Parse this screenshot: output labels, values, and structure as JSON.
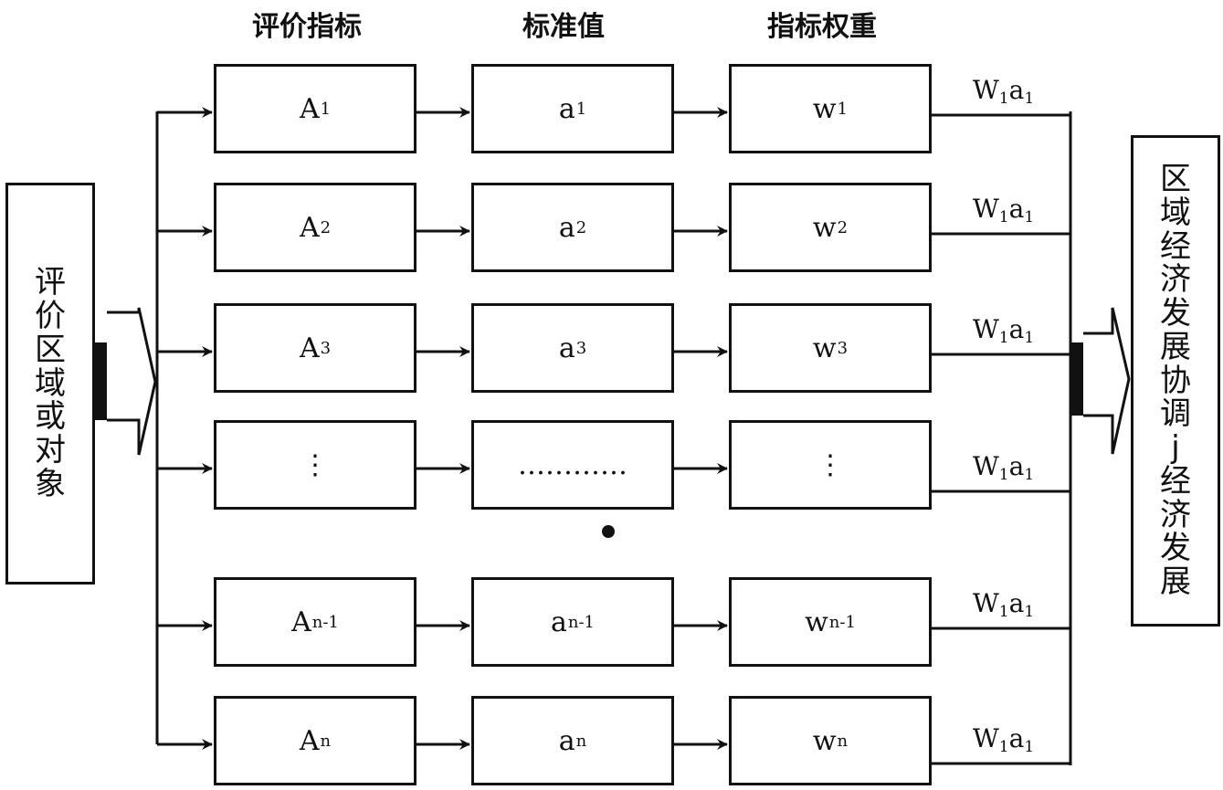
{
  "headers": {
    "indicator": "评价指标",
    "standard": "标准值",
    "weight": "指标权重"
  },
  "input_label": [
    "评",
    "价",
    "区",
    "域",
    "或",
    "对",
    "象"
  ],
  "output_label": [
    "区",
    "域",
    "经",
    "济",
    "发",
    "展",
    "协",
    "调",
    "j",
    "经",
    "济",
    "发",
    "展"
  ],
  "rows": [
    {
      "A": "A",
      "A_sub": "1",
      "a": "a",
      "a_sub": "1",
      "w": "w",
      "w_sub": "1",
      "out": "W",
      "out_sub1": "1",
      "out2": "a",
      "out_sub2": "1"
    },
    {
      "A": "A",
      "A_sub": "2",
      "a": "a",
      "a_sub": "2",
      "w": "w",
      "w_sub": "2",
      "out": "W",
      "out_sub1": "1",
      "out2": "a",
      "out_sub2": "1"
    },
    {
      "A": "A",
      "A_sub": "3",
      "a": "a",
      "a_sub": "3",
      "w": "w",
      "w_sub": "3",
      "out": "W",
      "out_sub1": "1",
      "out2": "a",
      "out_sub2": "1"
    },
    {
      "A": "⋮",
      "A_sub": "",
      "a": "…………",
      "a_sub": "",
      "w": "⋮",
      "w_sub": "",
      "out": "W",
      "out_sub1": "1",
      "out2": "a",
      "out_sub2": "1"
    },
    {
      "A": "A",
      "A_sub": "n-1",
      "a": "a",
      "a_sub": "n-1",
      "w": "w",
      "w_sub": "n-1",
      "out": "W",
      "out_sub1": "1",
      "out2": "a",
      "out_sub2": "1"
    },
    {
      "A": "A",
      "A_sub": "n",
      "a": "a",
      "a_sub": "n",
      "w": "w",
      "w_sub": "n",
      "out": "W",
      "out_sub1": "1",
      "out2": "a",
      "out_sub2": "1"
    }
  ]
}
